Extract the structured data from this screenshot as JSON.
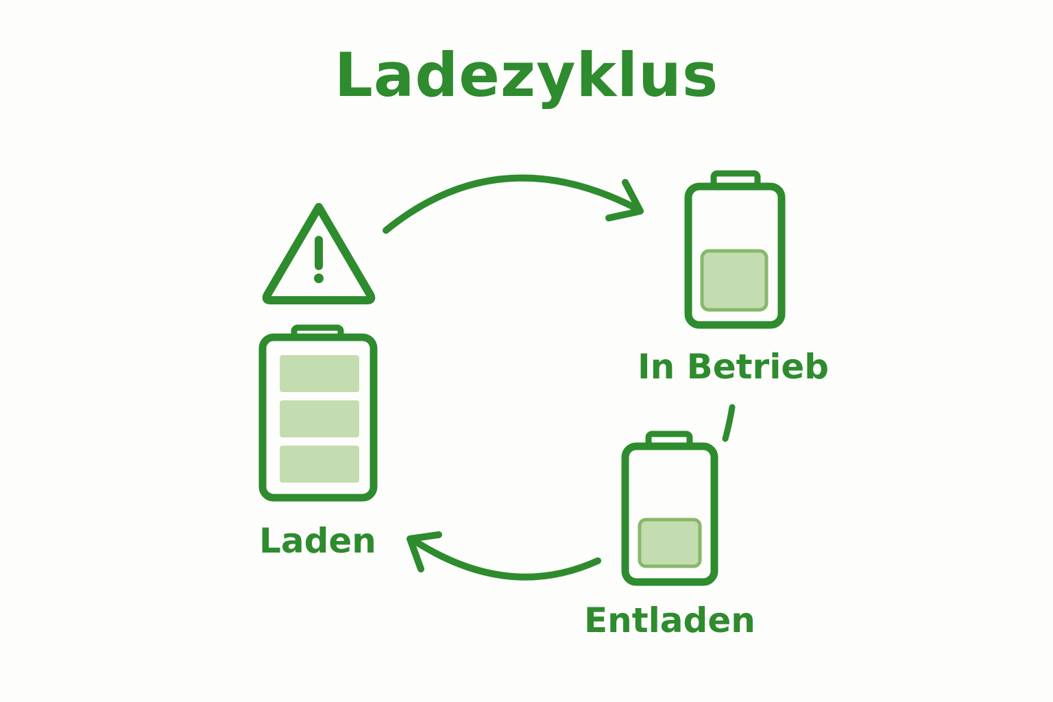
{
  "diagram": {
    "title": "Ladezyklus",
    "stages": {
      "charging": {
        "label": "Laden",
        "icon": "battery-full-icon",
        "level": "3 of 3 segments"
      },
      "in_use": {
        "label": "In Betrieb",
        "icon": "battery-half-icon",
        "level": "1 block"
      },
      "discharging": {
        "label": "Entladen",
        "icon": "battery-low-icon",
        "level": "1 block"
      }
    },
    "warning_icon": "warning-triangle-icon",
    "arrows": [
      "laden-to-betrieb-arrow",
      "betrieb-to-entladen-connector",
      "entladen-to-laden-arrow"
    ]
  },
  "colors": {
    "primary_green": "#2e8b2e",
    "light_green_fill": "#c4ddb0",
    "mid_green_stroke": "#86b86a",
    "background": "#fdfdfb"
  }
}
